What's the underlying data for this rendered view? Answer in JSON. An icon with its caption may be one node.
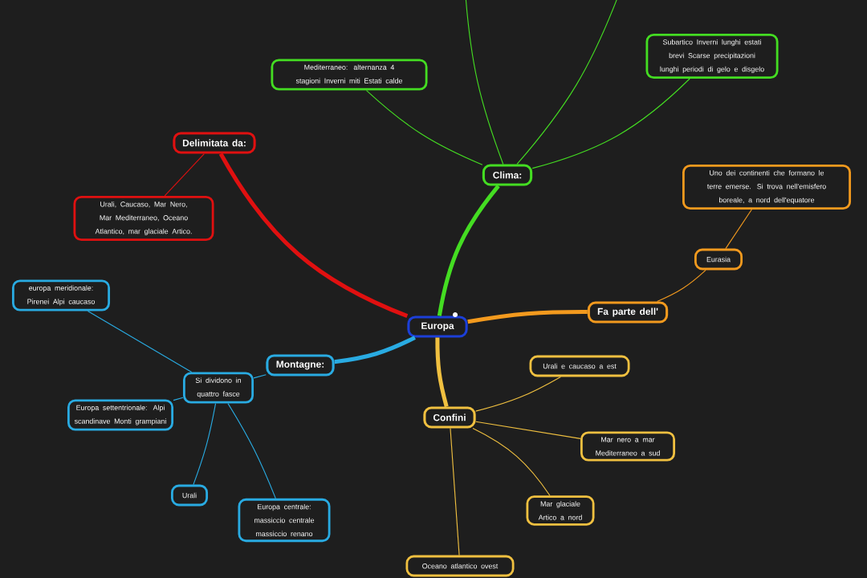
{
  "diagram": {
    "nodes": [
      {
        "text": [
          "Europa"
        ]
      },
      {
        "text": [
          "Clima:"
        ]
      },
      {
        "text": [
          "Mediterraneo: alternanza 4 stagioni Inverni miti Estati calde"
        ]
      },
      {
        "text": [
          "Subartico Inverni lunghi estati brevi Scarse precipitazioni lunghi periodi di gelo e disgelo"
        ]
      },
      {
        "text": [
          "Delimitata da:"
        ]
      },
      {
        "text": [
          "Urali, Caucaso, Mar Nero, Mar Mediterraneo, Oceano Atlantico, mar glaciale Artico."
        ]
      },
      {
        "text": [
          "Fa parte dell'"
        ]
      },
      {
        "text": [
          "Eurasia"
        ]
      },
      {
        "text": [
          "Uno dei continenti che formano le terre emerse. Si trova nell'emisfero boreale, a nord dell'equatore"
        ]
      },
      {
        "text": [
          "Montagne:"
        ]
      },
      {
        "text": [
          "Si dividono in quattro fasce"
        ]
      },
      {
        "text": [
          "europa meridionale: Pirenei Alpi caucaso"
        ]
      },
      {
        "text": [
          "Europa settentrionale: Alpi scandinave Monti grampiani"
        ]
      },
      {
        "text": [
          "Urali"
        ]
      },
      {
        "text": [
          "Europa centrale: massiccio centrale massiccio renano"
        ]
      },
      {
        "text": [
          "Confini"
        ]
      },
      {
        "text": [
          "Urali e caucaso a est"
        ]
      },
      {
        "text": [
          "Mar nero a mar Mediterraneo a sud"
        ]
      },
      {
        "text": [
          "Mar glaciale Artico a nord"
        ]
      },
      {
        "text": [
          "Oceano atlantico ovest"
        ]
      }
    ],
    "edges": [
      {
        "from": 0,
        "to": 1,
        "arrow": "none",
        "style": "thick",
        "color": "#44dd22"
      },
      {
        "from": 1,
        "to": 2,
        "arrow": "none",
        "color": "#44dd22"
      },
      {
        "from": 1,
        "to": 3,
        "arrow": "none",
        "color": "#44dd22"
      },
      {
        "from": 1,
        "to": null,
        "arrow": "none",
        "color": "#44dd22"
      },
      {
        "from": 1,
        "to": null,
        "arrow": "none",
        "color": "#44dd22"
      },
      {
        "from": 0,
        "to": 4,
        "arrow": "none",
        "style": "thick",
        "color": "#e01010"
      },
      {
        "from": 4,
        "to": 5,
        "arrow": "none",
        "color": "#e01010"
      },
      {
        "from": 0,
        "to": 6,
        "arrow": "none",
        "style": "thick",
        "color": "#f39a1e"
      },
      {
        "from": 6,
        "to": 7,
        "arrow": "none",
        "color": "#f39a1e"
      },
      {
        "from": 7,
        "to": 8,
        "arrow": "none",
        "color": "#f39a1e"
      },
      {
        "from": 0,
        "to": 9,
        "arrow": "none",
        "style": "thick",
        "color": "#29abe2"
      },
      {
        "from": 9,
        "to": 10,
        "arrow": "none",
        "color": "#29abe2"
      },
      {
        "from": 10,
        "to": 11,
        "arrow": "none",
        "color": "#29abe2"
      },
      {
        "from": 10,
        "to": 12,
        "arrow": "none",
        "color": "#29abe2"
      },
      {
        "from": 10,
        "to": 13,
        "arrow": "none",
        "color": "#29abe2"
      },
      {
        "from": 10,
        "to": 14,
        "arrow": "none",
        "color": "#29abe2"
      },
      {
        "from": 0,
        "to": 15,
        "arrow": "none",
        "style": "thick",
        "color": "#f0c040"
      },
      {
        "from": 15,
        "to": 16,
        "arrow": "none",
        "color": "#f0c040"
      },
      {
        "from": 15,
        "to": 17,
        "arrow": "none",
        "color": "#f0c040"
      },
      {
        "from": 15,
        "to": 18,
        "arrow": "none",
        "color": "#f0c040"
      },
      {
        "from": 15,
        "to": 19,
        "arrow": "none",
        "color": "#f0c040"
      }
    ]
  }
}
